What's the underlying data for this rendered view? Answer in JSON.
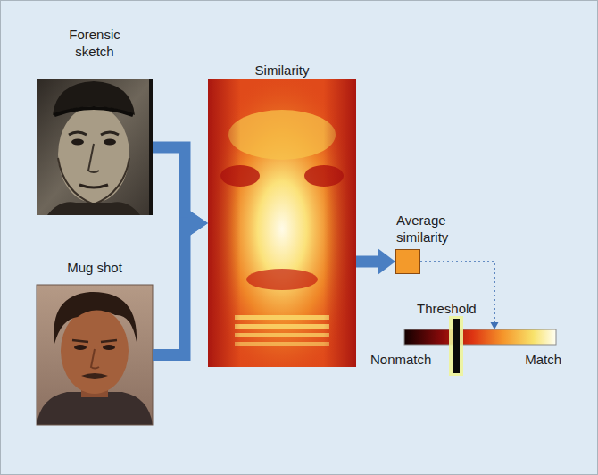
{
  "diagram": {
    "nodes": [
      {
        "text": [
          "Forensic sketch"
        ]
      },
      {
        "text": [
          "Mug shot"
        ]
      },
      {
        "text": [
          "Similarity"
        ]
      },
      {
        "text": [
          "Average similarity"
        ]
      },
      {
        "text": [
          "Nonmatch",
          "Match"
        ]
      }
    ],
    "edges": [
      {
        "from": 0,
        "to": 2,
        "arrow": "to"
      },
      {
        "from": 1,
        "to": 2,
        "arrow": "to"
      },
      {
        "from": 2,
        "to": 3,
        "arrow": "to"
      },
      {
        "from": 3,
        "to": 4,
        "arrow": "to"
      }
    ],
    "labels": [
      "Threshold"
    ]
  }
}
